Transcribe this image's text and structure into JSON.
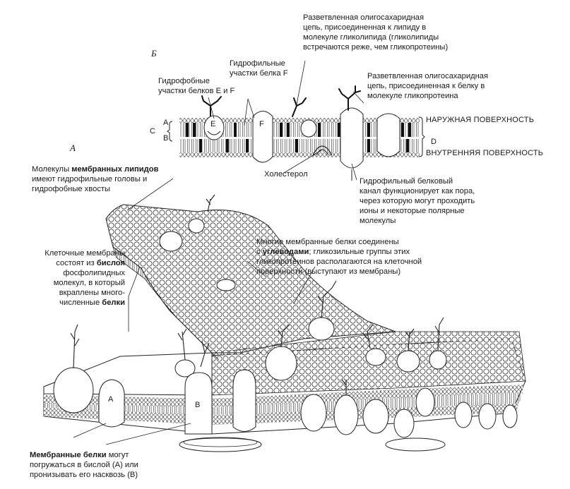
{
  "panel_a_letter": "А",
  "panel_b_letter": "Б",
  "labels": {
    "oligo_lipid": "Разветвленная олигосахаридная\nцепь, присоединенная к липиду в\nмолекуле гликолипида (гликолипиды\nвстречаются реже, чем гликопротеины)",
    "hydrophilic_f": "Гидрофильные\nучастки белка F",
    "hydrophobic_ef": "Гидрофобные\nучастки белков E и F",
    "oligo_protein": "Разветвленная олигосахаридная\nцепь, присоединенная к белку в\nмолекуле гликопротеина",
    "outer_surface": "НАРУЖНАЯ\nПОВЕРХНОСТЬ",
    "d": "D",
    "inner_surface": "ВНУТРЕННЯЯ\nПОВЕРХНОСТЬ",
    "cholesterol": "Холестерол",
    "channel": "Гидрофильный белковый\nканал функционирует как пора,\nчерез которую могут проходить\nионы и некоторые полярные\nмолекулы",
    "lipids_pre": "Молекулы ",
    "lipids_bold": "мембранных липидов",
    "lipids_post": "\nимеют гидрофильные головы и\nгидрофобные хвосты",
    "bilayer_1": "Клеточные мембраны\nсостоят из ",
    "bilayer_bold1": "бислоя",
    "bilayer_2": "\nфосфолипидных\nмолекул, в который\nвкраплены много-\nчисленные ",
    "bilayer_bold2": "белки",
    "carbs_1": "Многие мембранные белки соединены\nс ",
    "carbs_bold": "углеводами",
    "carbs_2": "; гликозильные группы этих\nгликопротеинов располагаются на клеточной\nповерхности (выступают из мембраны)",
    "proteins_bold": "Мембранные белки",
    "proteins_post": " могут\nпогружаться в бислой (А) или\nпронизывать его насквозь (В)"
  },
  "letters": {
    "a_lower": "A",
    "b_lower": "B",
    "c": "C",
    "e": "E",
    "f": "F",
    "prot_a": "A",
    "prot_b": "B"
  }
}
